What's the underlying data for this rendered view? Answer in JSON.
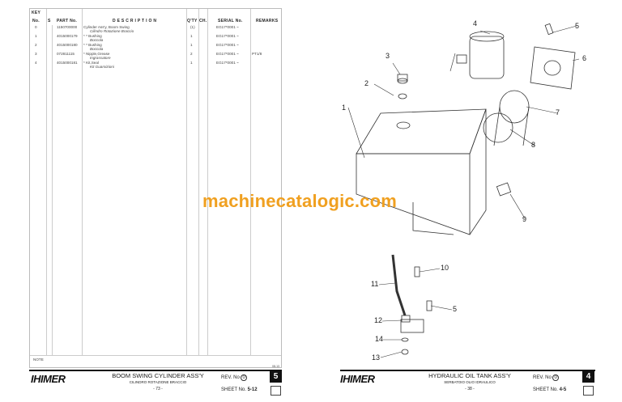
{
  "left_page": {
    "table": {
      "key_label": "KEY",
      "headers": {
        "no": "No.",
        "s": "S",
        "part": "PART No.",
        "desc": "D E S C R I P T I O N",
        "qty": "Q'TY",
        "ch": "CH.",
        "serial": "SERIAL No.",
        "remarks": "REMARKS"
      },
      "rows": [
        {
          "no": "0",
          "part": "1150700000",
          "desc": "Cylinder Ass'y, Boom Swing",
          "desc_it": "Cilindro Rotazione Braccio",
          "qty": "(1)",
          "serial": "EG17*0001 ~",
          "remarks": ""
        },
        {
          "no": "1",
          "part": "4015000179",
          "desc": "* * Bushing",
          "desc_it": "Boccola",
          "qty": "1",
          "serial": "EG17*0001 ~",
          "remarks": ""
        },
        {
          "no": "2",
          "part": "4015000180",
          "desc": "* * Bushing",
          "desc_it": "Boccola",
          "qty": "1",
          "serial": "EG17*0001 ~",
          "remarks": ""
        },
        {
          "no": "3",
          "part": "072811115",
          "desc": "* Nipple,Grease",
          "desc_it": "Ingrassatore",
          "qty": "2",
          "serial": "EG17*0001 ~",
          "remarks": "PT1/8"
        },
        {
          "no": "4",
          "part": "4015000181",
          "desc": "* Kit,Seal",
          "desc_it": "Kit Guarnizioni",
          "qty": "1",
          "serial": "EG17*0001 ~",
          "remarks": ""
        }
      ],
      "note_label": "NOTE",
      "code": "08-13"
    },
    "footer": {
      "logo": "IHIMER",
      "title": "BOOM SWING CYLINDER ASS'Y",
      "subtitle": "CILINDRO ROTAZIONE BRACCIO",
      "page": "- 73 -",
      "rev_label": "REV. No",
      "rev": "0",
      "sheet_label": "SHEET No.",
      "sheet": "5-12",
      "section": "5"
    }
  },
  "right_page": {
    "watermark": "machinecatalogic.com",
    "callouts": [
      "1",
      "2",
      "3",
      "4",
      "5",
      "6",
      "7",
      "8",
      "9",
      "10",
      "11",
      "12",
      "5",
      "14",
      "13"
    ],
    "footer": {
      "logo": "IHIMER",
      "title": "HYDRAULIC OIL TANK ASS'Y",
      "subtitle": "SERBATOIO OLIO IDRAULICO",
      "page": "- 38 -",
      "rev_label": "REV. No",
      "rev": "0",
      "sheet_label": "SHEET No.",
      "sheet": "4-5",
      "section": "4"
    }
  }
}
